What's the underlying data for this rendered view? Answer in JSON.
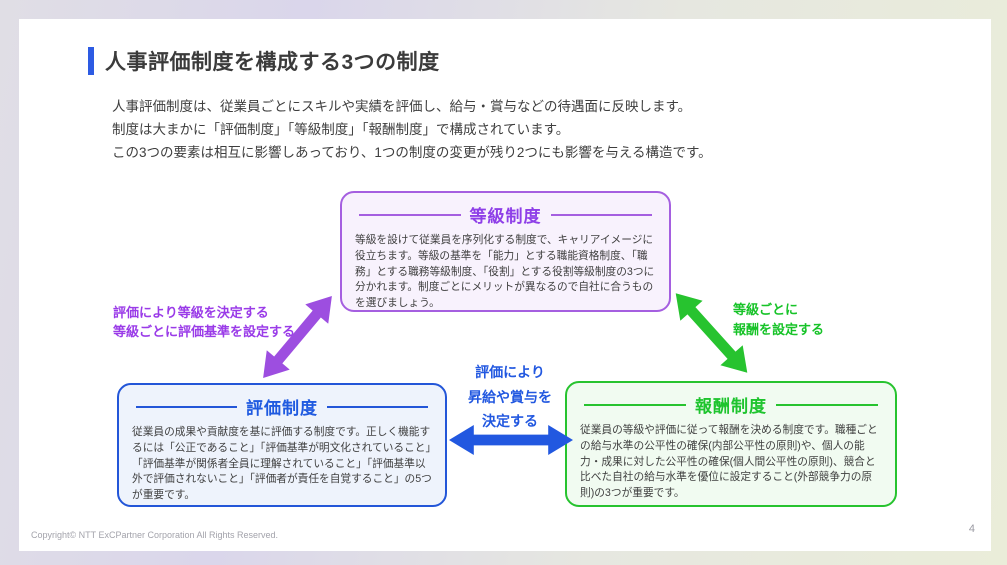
{
  "slide": {
    "title": "人事評価制度を構成する3つの制度",
    "intro_lines": [
      "人事評価制度は、従業員ごとにスキルや実績を評価し、給与・賞与などの待遇面に反映します。",
      "制度は大まかに「評価制度」「等級制度」「報酬制度」で構成されています。",
      "この3つの要素は相互に影響しあっており、1つの制度の変更が残り2つにも影響を与える構造です。"
    ],
    "grade_box": {
      "title": "等級制度",
      "body": "等級を設けて従業員を序列化する制度で、キャリアイメージに役立ちます。等級の基準を「能力」とする職能資格制度、「職務」とする職務等級制度、「役割」とする役割等級制度の3つに分かれます。制度ごとにメリットが異なるので自社に合うものを選びましょう。"
    },
    "evaluation_box": {
      "title": "評価制度",
      "body": "従業員の成果や貢献度を基に評価する制度です。正しく機能するには「公正であること」「評価基準が明文化されていること」「評価基準が関係者全員に理解されていること」「評価基準以外で評価されないこと」「評価者が責任を自覚すること」の5つが重要です。"
    },
    "compensation_box": {
      "title": "報酬制度",
      "body": "従業員の等級や評価に従って報酬を決める制度です。職種ごとの給与水準の公平性の確保(内部公平性の原則)や、個人の能力・成果に対した公平性の確保(個人間公平性の原則)、競合と比べた自社の給与水準を優位に設定すること(外部競争力の原則)の3つが重要です。"
    },
    "relations": {
      "eval_grade": {
        "lines": [
          "評価により等級を決定する",
          "等級ごとに評価基準を設定する"
        ]
      },
      "grade_comp": {
        "lines": [
          "等級ごとに",
          "報酬を設定する"
        ]
      },
      "eval_comp": {
        "lines": [
          "評価により",
          "昇給や賞与を",
          "決定する"
        ]
      }
    },
    "footer": {
      "copyright": "Copyright© NTT ExCPartner Corporation All Rights Reserved.",
      "page_number": "4"
    }
  },
  "colors": {
    "accent_blue": "#2d5be3",
    "purple": "#9a3be8",
    "purple_border": "#a55fe0",
    "purple_bg": "#f8f2fd",
    "blue": "#2258e0",
    "blue_border": "#2356d8",
    "blue_bg": "#eef3fc",
    "green": "#17c328",
    "green_border": "#27c32f",
    "green_bg": "#f1fbf1",
    "title_text": "#3b3b3b",
    "body_text": "#3e3e3e",
    "footer_text": "#a3a3ab"
  }
}
